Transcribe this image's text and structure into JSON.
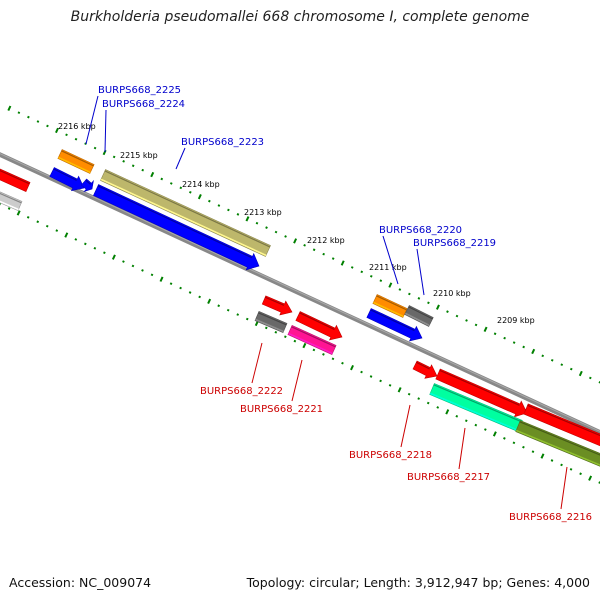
{
  "title": "Burkholderia pseudomallei 668 chromosome I, complete genome",
  "accession_text": "Accession: NC_009074",
  "topology_text": "Topology: circular; Length: 3,912,947 bp; Genes: 4,000",
  "colors": {
    "backbone": "#808080",
    "tick": "#008000",
    "label_top": "#0000cc",
    "label_bottom": "#cc0000"
  },
  "scale_labels": [
    "2216 kbp",
    "2215 kbp",
    "2214 kbp",
    "2213 kbp",
    "2212 kbp",
    "2211 kbp",
    "2210 kbp",
    "2209 kbp"
  ],
  "gene_labels_top": [
    "BURPS668_2225",
    "BURPS668_2224",
    "BURPS668_2223",
    "BURPS668_2220",
    "BURPS668_2219"
  ],
  "gene_labels_bottom": [
    "BURPS668_2222",
    "BURPS668_2221",
    "BURPS668_2218",
    "BURPS668_2217",
    "BURPS668_2216"
  ],
  "genes": [
    {
      "id": "edge-red",
      "color": "#ff0000"
    },
    {
      "id": "edge-gray",
      "color": "#cccccc"
    },
    {
      "id": "BURPS668_2225",
      "color": "#ff8c00"
    },
    {
      "id": "BURPS668_2224",
      "color": "#0000ff"
    },
    {
      "id": "BURPS668_2224b",
      "color": "#0000ff"
    },
    {
      "id": "BURPS668_2223a",
      "color": "#bdb76b"
    },
    {
      "id": "BURPS668_2223",
      "color": "#0000ff"
    },
    {
      "id": "BURPS668_2222a",
      "color": "#ff0000"
    },
    {
      "id": "BURPS668_2222",
      "color": "#696969"
    },
    {
      "id": "BURPS668_2221a",
      "color": "#ff0000"
    },
    {
      "id": "BURPS668_2221",
      "color": "#ff1493"
    },
    {
      "id": "BURPS668_2220",
      "color": "#ff8c00"
    },
    {
      "id": "BURPS668_2219a",
      "color": "#696969"
    },
    {
      "id": "BURPS668_2219",
      "color": "#0000ff"
    },
    {
      "id": "BURPS668_2218",
      "color": "#ff0000"
    },
    {
      "id": "BURPS668_2218b",
      "color": "#ff0000"
    },
    {
      "id": "BURPS668_2217",
      "color": "#00ffa0"
    },
    {
      "id": "BURPS668_2216a",
      "color": "#ff0000"
    },
    {
      "id": "BURPS668_2216",
      "color": "#6b8e23"
    }
  ]
}
